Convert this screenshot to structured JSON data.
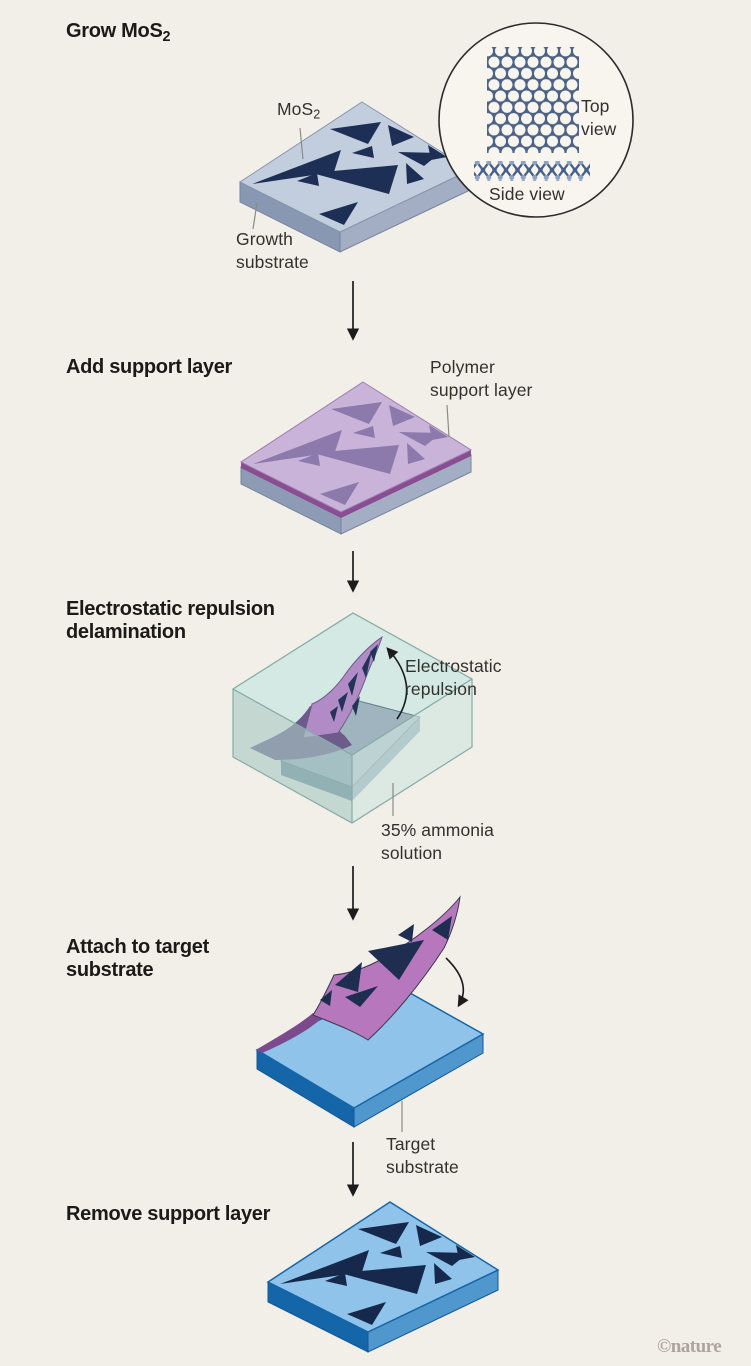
{
  "figure": {
    "background": "#f2efe8",
    "footer_credit": "©nature"
  },
  "step1": {
    "title_main": "Grow MoS",
    "title_sub": "2",
    "mos2_label_main": "MoS",
    "mos2_label_sub": "2",
    "growth_label_line1": "Growth",
    "growth_label_line2": "substrate",
    "inset": {
      "top_view_line1": "Top",
      "top_view_line2": "view",
      "side_view": "Side view"
    }
  },
  "step2": {
    "title": "Add support layer",
    "polymer_label_line1": "Polymer",
    "polymer_label_line2": "support layer"
  },
  "step3": {
    "title_line1": "Electrostatic repulsion",
    "title_line2": "delamination",
    "repulsion_label_line1": "Electrostatic",
    "repulsion_label_line2": "repulsion",
    "ammonia_label_line1": "35% ammonia",
    "ammonia_label_line2": "solution"
  },
  "step4": {
    "title_line1": "Attach to target",
    "title_line2": "substrate",
    "target_label_line1": "Target",
    "target_label_line2": "substrate"
  },
  "step5": {
    "title": "Remove support layer"
  },
  "icons": {
    "process_arrow": "down-arrow",
    "repulsion_arrow": "curved-arrow-up",
    "attach_arrow": "curved-arrow-down",
    "top_view_lattice": "honeycomb-lattice",
    "side_view_lattice": "atomic-chain"
  },
  "colors": {
    "background": "#f2efe8",
    "heading_text": "#1c1a17",
    "label_text": "#33312e",
    "leader_line": "#8b8b85",
    "arrow": "#1c1c1c",
    "growth_substrate_top": "#c2cdde",
    "growth_substrate_left": "#8898b3",
    "growth_substrate_right": "#a3aec4",
    "mos2_flake": "#1d2f55",
    "inset_bg": "#f8f5ef",
    "lattice_blue": "#4c6386",
    "lattice_dot_light": "#8ba3c4",
    "polymer_top": "#c9b3d9",
    "polymer_flake": "#8d7aac",
    "polymer_edge": "#8a4d92",
    "ammonia_top": "#d4e9e3",
    "ammonia_left": "#a8c8c3",
    "ammonia_right": "#cfe5df",
    "submerged_substrate": "#9fb4bf",
    "film_bright": "#b18bc5",
    "film_dark": "#6d5b8c",
    "film_transfer": "#b677bd",
    "film_underside": "#7c4a8c",
    "target_top": "#8fc3e9",
    "target_left": "#1565a9",
    "target_right": "#4f97cd",
    "credit_text": "#aaa69d"
  }
}
